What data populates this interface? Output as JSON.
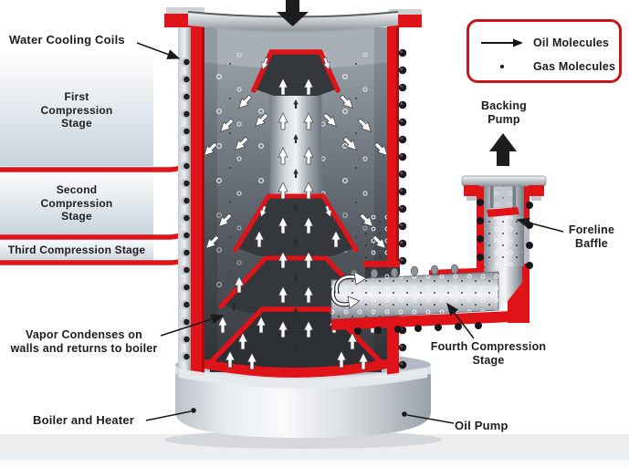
{
  "labels": {
    "water_cooling_coils": "Water Cooling Coils",
    "first_compression_stage": "First\nCompression\nStage",
    "second_compression_stage": "Second\nCompression\nStage",
    "third_compression_stage": "Third Compression Stage",
    "vapor_condenses": "Vapor Condenses on\nwalls and returns to boiler",
    "boiler_and_heater": "Boiler and Heater",
    "oil_pump": "Oil Pump",
    "fourth_compression_stage": "Fourth Compression\nStage",
    "foreline_baffle": "Foreline\nBaffle",
    "backing_pump": "Backing\nPump"
  },
  "legend": {
    "oil_molecules": "Oil Molecules",
    "gas_molecules": "Gas Molecules"
  },
  "colors": {
    "red_accent": "#e01318",
    "legend_border_red": "#c8151c",
    "label_text": "#1e1e1e"
  }
}
